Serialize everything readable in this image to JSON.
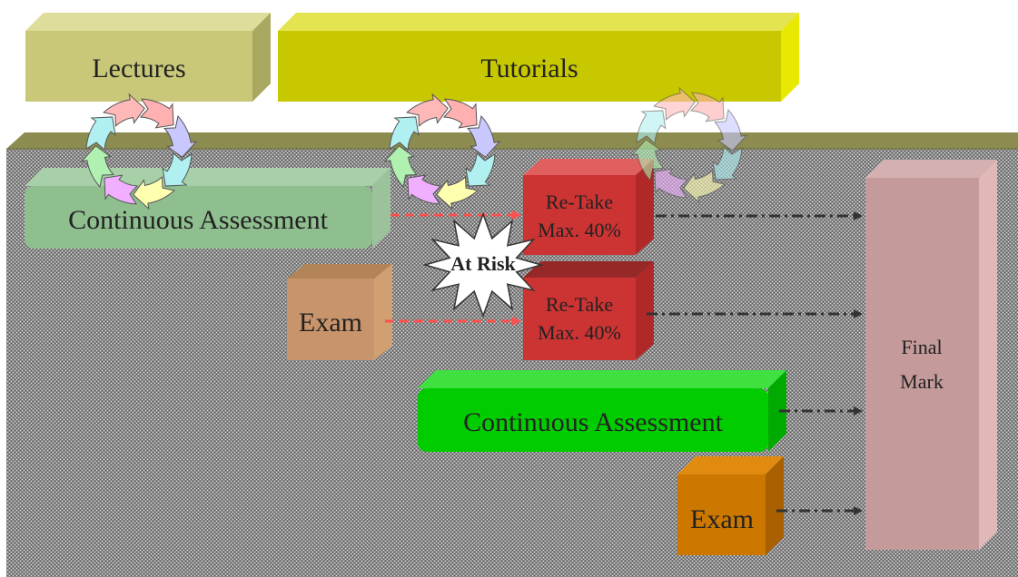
{
  "top_blocks": {
    "lectures": "Lectures",
    "tutorials": "Tutorials"
  },
  "boxes": {
    "ca_at_risk": "Continuous Assessment",
    "exam_at_risk": "Exam",
    "retake_ca_line1": "Re-Take",
    "retake_ca_line2": "Max. 40%",
    "retake_exam_line1": "Re-Take",
    "retake_exam_line2": "Max. 40%",
    "at_risk": "At Risk",
    "ca_pass": "Continuous Assessment",
    "exam_pass": "Exam",
    "final_mark_line1": "Final",
    "final_mark_line2": "Mark"
  },
  "colors": {
    "lectures": "#c8c878",
    "tutorials": "#c8c800",
    "ca_at_risk": "#8fbf8f",
    "exam_at_risk": "#c8946c",
    "retake": "#cc3333",
    "ca_pass": "#00cc00",
    "exam_pass": "#cc7700",
    "final_mark": "#c49a9a",
    "platform_top": "#8c8c50",
    "risk_arrow": "#ff5050",
    "normal_arrow": "#333333"
  }
}
